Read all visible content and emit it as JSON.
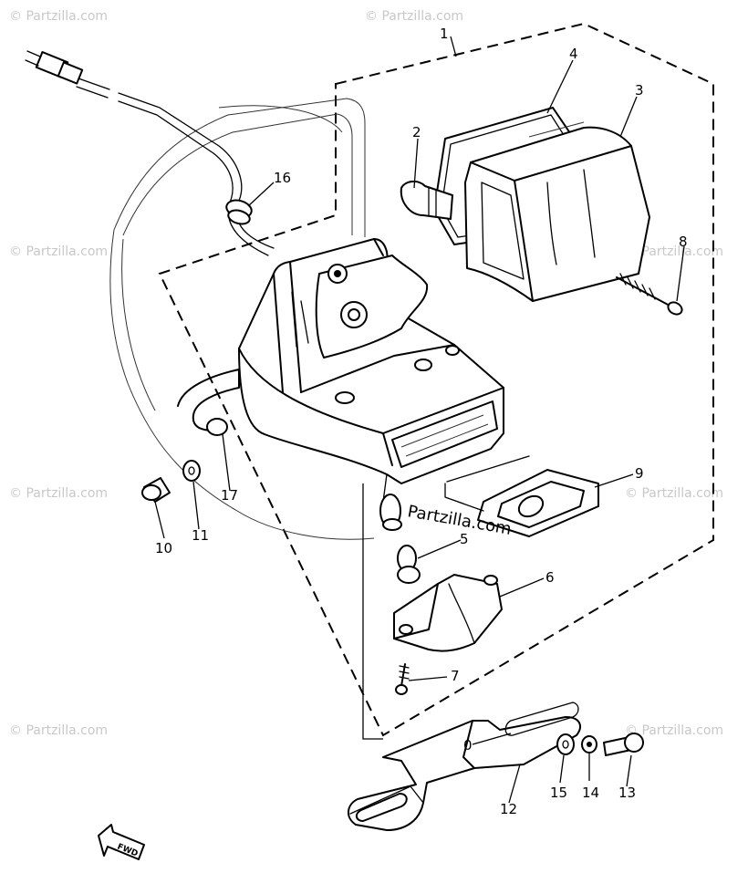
{
  "watermark": "© Partzilla.com",
  "brand_overlay": "Partzilla.com",
  "direction_label": "FWD",
  "callouts": {
    "c1": "1",
    "c2": "2",
    "c3": "3",
    "c4": "4",
    "c5": "5",
    "c6": "6",
    "c7": "7",
    "c8": "8",
    "c9": "9",
    "c10": "10",
    "c11": "11",
    "c12": "12",
    "c13": "13",
    "c14": "14",
    "c15": "15",
    "c16": "16",
    "c17": "17"
  }
}
